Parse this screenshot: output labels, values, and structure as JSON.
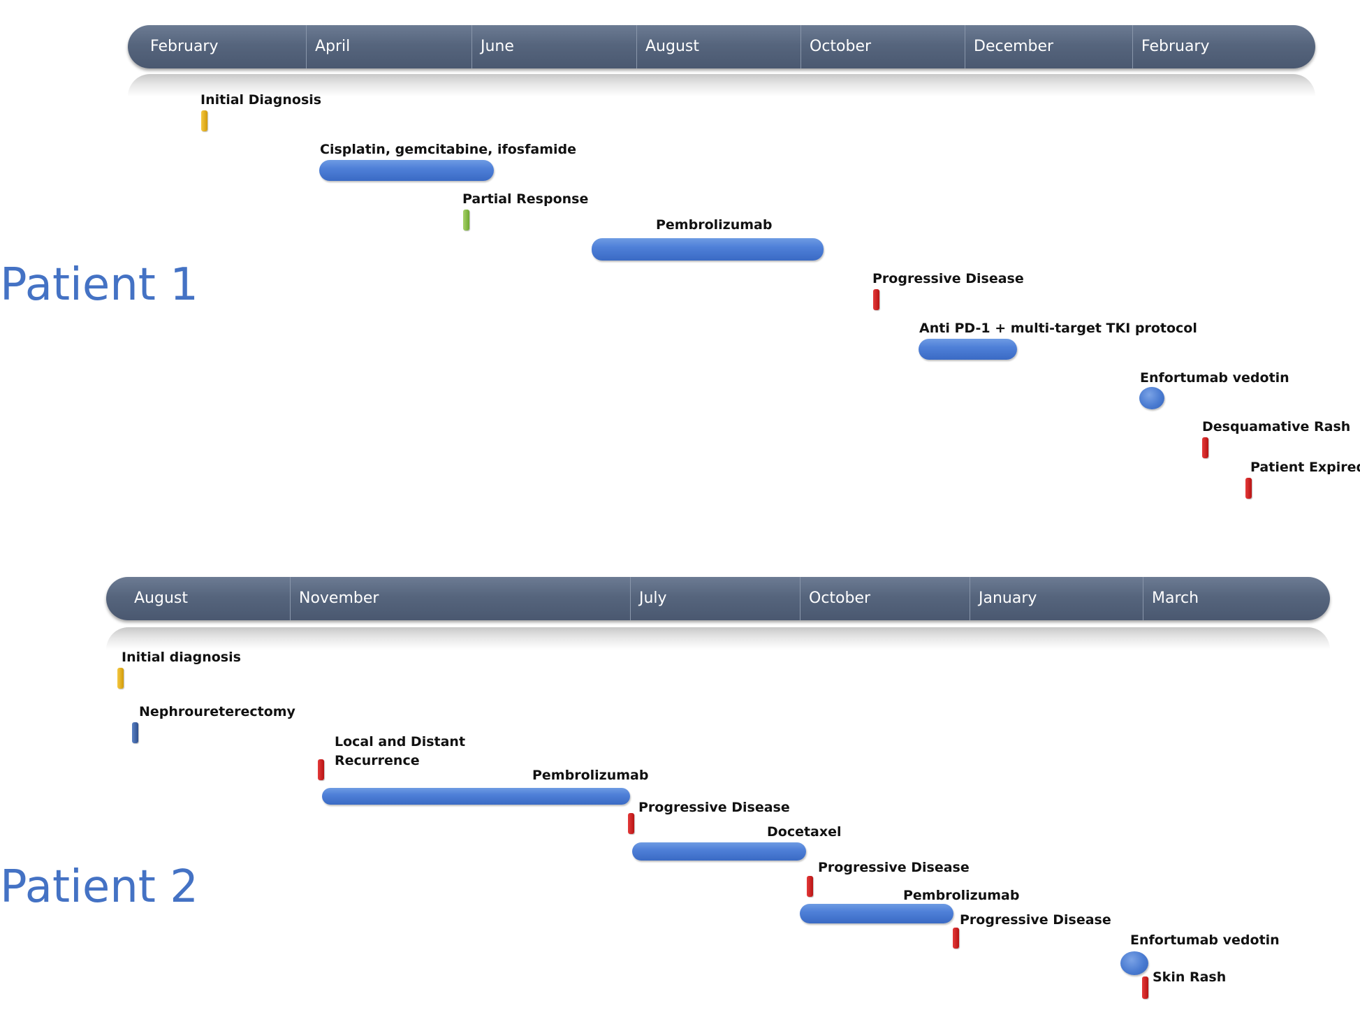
{
  "patients": [
    {
      "label": "Patient 1",
      "months": [
        "February",
        "April",
        "June",
        "August",
        "October",
        "December",
        "February"
      ],
      "events": [
        {
          "label": "Initial Diagnosis",
          "kind": "marker",
          "color": "yellow",
          "icon": "diagnosis-marker"
        },
        {
          "label": "Cisplatin, gemcitabine, ifosfamide",
          "kind": "bar",
          "icon": "treatment-bar"
        },
        {
          "label": "Partial Response",
          "kind": "marker",
          "color": "green",
          "icon": "response-marker"
        },
        {
          "label": "Pembrolizumab",
          "kind": "bar",
          "icon": "treatment-bar"
        },
        {
          "label": "Progressive Disease",
          "kind": "marker",
          "color": "red",
          "icon": "progression-marker"
        },
        {
          "label": "Anti PD-1 + multi-target TKI protocol",
          "kind": "bar",
          "icon": "treatment-bar"
        },
        {
          "label": "Enfortumab vedotin",
          "kind": "dot",
          "icon": "treatment-dot"
        },
        {
          "label": "Desquamative Rash",
          "kind": "marker",
          "color": "red",
          "icon": "adverse-event-marker"
        },
        {
          "label": "Patient Expired",
          "kind": "marker",
          "color": "red",
          "icon": "death-marker"
        }
      ]
    },
    {
      "label": "Patient 2",
      "months": [
        "August",
        "November",
        "July",
        "October",
        "January",
        "March"
      ],
      "events": [
        {
          "label": "Initial diagnosis",
          "kind": "marker",
          "color": "yellow",
          "icon": "diagnosis-marker"
        },
        {
          "label": "Nephroureterectomy",
          "kind": "marker",
          "color": "navy",
          "icon": "surgery-marker"
        },
        {
          "label": "Local and Distant\nRecurrence",
          "kind": "marker",
          "color": "red",
          "icon": "recurrence-marker"
        },
        {
          "label": "Pembrolizumab",
          "kind": "bar",
          "icon": "treatment-bar"
        },
        {
          "label": "Progressive Disease",
          "kind": "marker",
          "color": "red",
          "icon": "progression-marker"
        },
        {
          "label": "Docetaxel",
          "kind": "bar",
          "icon": "treatment-bar"
        },
        {
          "label": "Progressive Disease",
          "kind": "marker",
          "color": "red",
          "icon": "progression-marker"
        },
        {
          "label": "Pembrolizumab",
          "kind": "bar",
          "icon": "treatment-bar"
        },
        {
          "label": "Progressive Disease",
          "kind": "marker",
          "color": "red",
          "icon": "progression-marker"
        },
        {
          "label": "Enfortumab vedotin",
          "kind": "dot",
          "icon": "treatment-dot"
        },
        {
          "label": "Skin Rash",
          "kind": "marker",
          "color": "red",
          "icon": "adverse-event-marker"
        }
      ]
    }
  ],
  "colors": {
    "patient_label": "#4472c4",
    "timeline_bar": "#56657d",
    "treatment": "#4f80d8",
    "diagnosis": "#e0b020",
    "response": "#7fb83c",
    "progression": "#c81e1e",
    "surgery": "#3b5fa0"
  }
}
